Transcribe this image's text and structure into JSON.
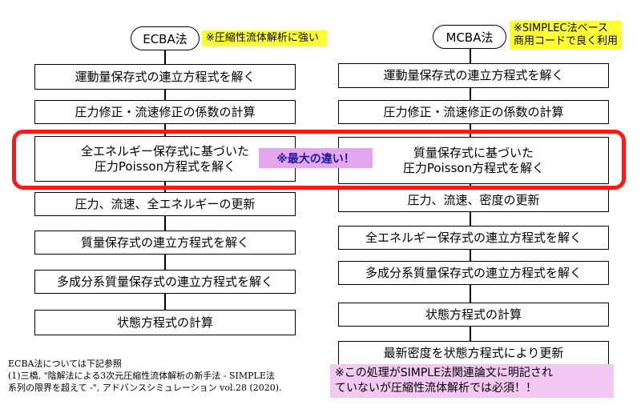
{
  "left": {
    "title": "ECBA法",
    "note": "※圧縮性流体解析に強い",
    "steps": [
      "運動量保存式の連立方程式を解く",
      "圧力修正・流速修正の係数の計算",
      "全エネルギー保存式に基づいた",
      "圧力Poisson方程式を解く",
      "圧力、流速、全エネルギーの更新",
      "質量保存式の連立方程式を解く",
      "多成分系質量保存式の連立方程式を解く",
      "状態方程式の計算"
    ]
  },
  "right": {
    "title": "MCBA法",
    "note_line1": "※SIMPLEC法ベース",
    "note_line2": "商用コードで良く利用",
    "steps": [
      "運動量保存式の連立方程式を解く",
      "圧力修正・流速修正の係数の計算",
      "質量保存式に基づいた",
      "圧力Poisson方程式を解く",
      "圧力、流速、密度の更新",
      "全エネルギー保存式の連立方程式を解く",
      "多成分系質量保存式の連立方程式を解く",
      "状態方程式の計算",
      "最新密度を状態方程式により更新"
    ],
    "footnote_line1": "※この処理がSIMPLE法関連論文に明記され",
    "footnote_line2": "ていないが圧縮性流体解析では必須！！"
  },
  "highlight": {
    "label": "※最大の違い！"
  },
  "reference": {
    "line1": "ECBA法については下記参照",
    "line2": "(1)三橋, \"陰解法による3次元圧縮性流体解析の新手法 - SIMPLE法",
    "line3": "系列の限界を超えて -\", アドバンスシミュレーション vol.28 (2020)."
  },
  "colors": {
    "highlight_frame": "#ff1a1a",
    "note_yellow": "#ffff33",
    "difference_label_bg": "#e5a6f0",
    "footnote_bg": "#f3c8f3"
  }
}
